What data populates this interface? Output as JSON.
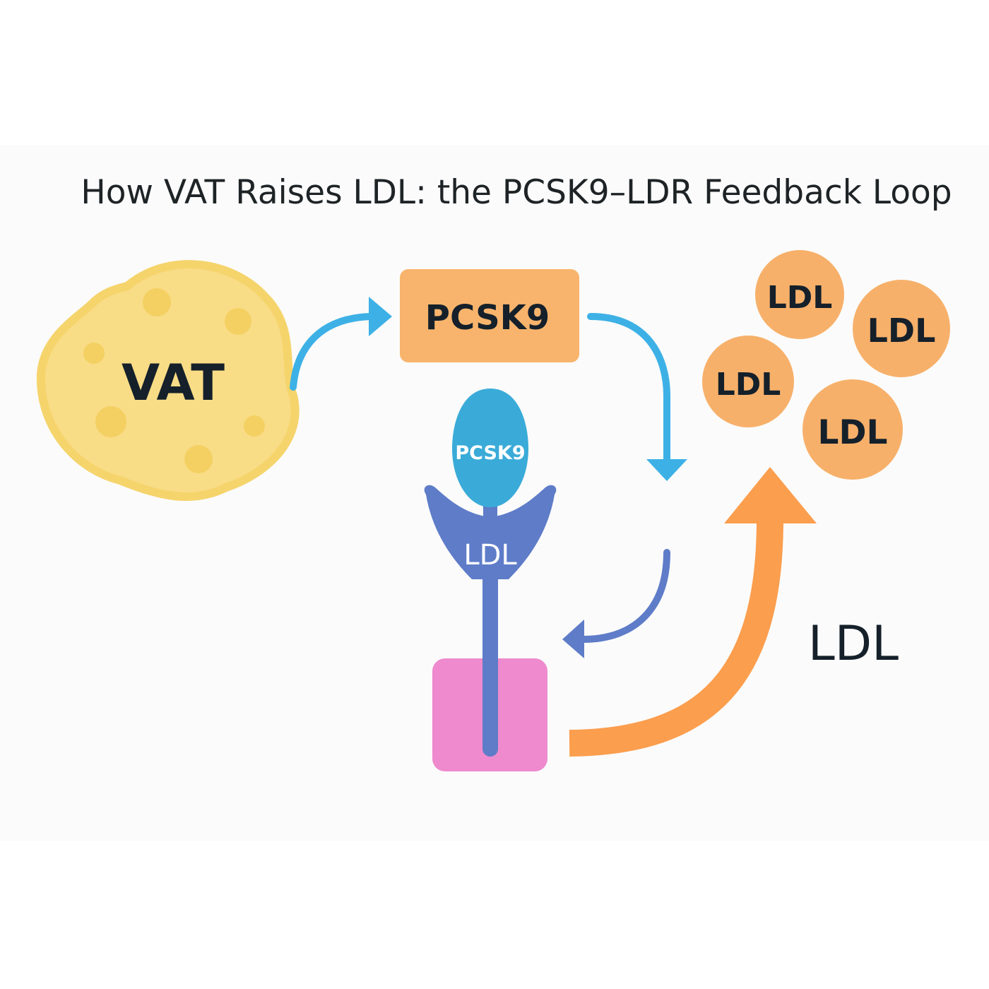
{
  "title": "How VAT Raises LDL: the PCSK9–LDR Feedback Loop",
  "nodes": {
    "vat_label": "VAT",
    "pcsk9_box_label": "PCSK9",
    "pcsk9_on_receptor_label": "PCSK9",
    "receptor_label": "LDL",
    "ldl_particles": [
      "LDL",
      "LDL",
      "LDL",
      "LDL"
    ],
    "ldl_result_label": "LDL"
  },
  "colors": {
    "title_text": "#1e2326",
    "vat_fill": "#f9dc86",
    "vat_edge": "#f5d46c",
    "vat_spots": "#f4d062",
    "pcsk9_box": "#f8b46c",
    "pcsk9_on_receptor": "#3aabd8",
    "receptor": "#5e7cc8",
    "cell_block": "#ee8acd",
    "ldl_particle": "#f7b06a",
    "arrow_blue": "#3db1e6",
    "arrow_indigo": "#5e7cc8",
    "arrow_orange": "#fb9e4e",
    "label_dark": "#15202a",
    "label_light": "#ffffff"
  }
}
